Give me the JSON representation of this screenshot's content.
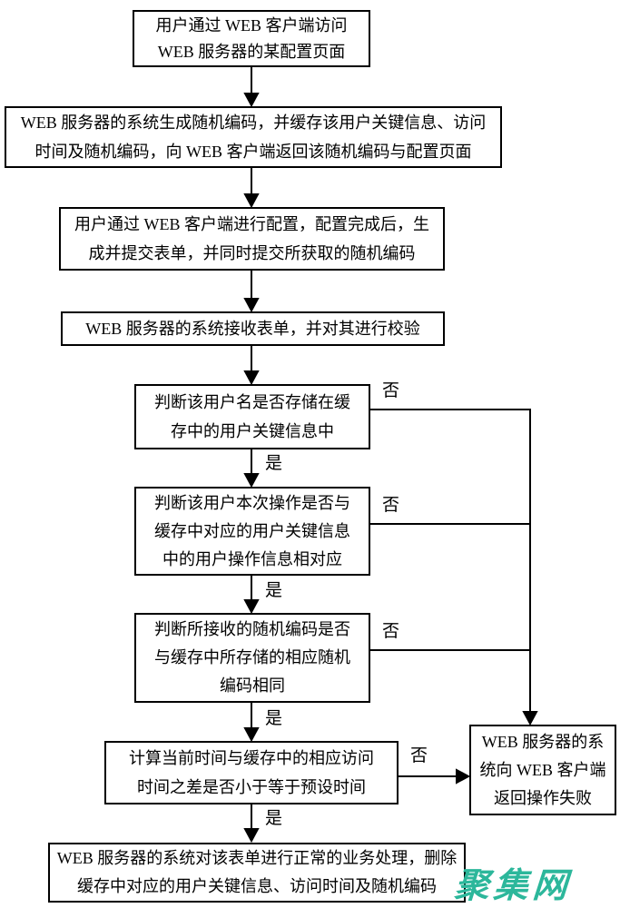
{
  "labels": {
    "yes": "是",
    "no": "否"
  },
  "nodes": {
    "start": {
      "lines": [
        "用户通过 WEB 客户端访问",
        "WEB 服务器的某配置页面"
      ]
    },
    "generate": {
      "lines": [
        "WEB 服务器的系统生成随机编码，并缓存该用户关键信息、访问",
        "时间及随机编码，向 WEB 客户端返回该随机编码与配置页面"
      ]
    },
    "configure": {
      "lines": [
        "用户通过 WEB 客户端进行配置，配置完成后，生",
        "成并提交表单，并同时提交所获取的随机编码"
      ]
    },
    "receive": {
      "lines": [
        "WEB 服务器的系统接收表单，并对其进行校验"
      ]
    },
    "check_username": {
      "lines": [
        "判断该用户名是否存储在缓",
        "存中的用户关键信息中"
      ]
    },
    "check_operation": {
      "lines": [
        "判断该用户本次操作是否与",
        "缓存中对应的用户关键信息",
        "中的用户操作信息相对应"
      ]
    },
    "check_code": {
      "lines": [
        "判断所接收的随机编码是否",
        "与缓存中所存储的相应随机",
        "编码相同"
      ]
    },
    "check_time": {
      "lines": [
        "计算当前时间与缓存中的相应访问",
        "时间之差是否小于等于预设时间"
      ]
    },
    "process": {
      "lines": [
        "WEB 服务器的系统对该表单进行正常的业务处理，删除",
        "缓存中对应的用户关键信息、访问时间及随机编码"
      ]
    },
    "fail": {
      "lines": [
        "WEB 服务器的系",
        "统向 WEB 客户端",
        "返回操作失败"
      ]
    }
  },
  "watermark": {
    "text": "聚集网",
    "color": "#2cb79b"
  },
  "line_color": "#000000"
}
